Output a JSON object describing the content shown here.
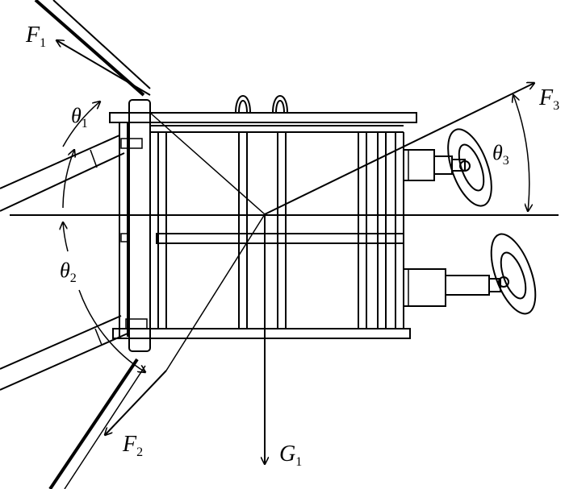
{
  "labels": {
    "f1": {
      "main": "F",
      "sub": "1"
    },
    "f2": {
      "main": "F",
      "sub": "2"
    },
    "f3": {
      "main": "F",
      "sub": "3"
    },
    "g1": {
      "main": "G",
      "sub": "1"
    },
    "theta1": {
      "main": "θ",
      "sub": "1"
    },
    "theta2": {
      "main": "θ",
      "sub": "2"
    },
    "theta3": {
      "main": "θ",
      "sub": "3"
    }
  },
  "colors": {
    "stroke": "#000000",
    "background": "#ffffff"
  }
}
